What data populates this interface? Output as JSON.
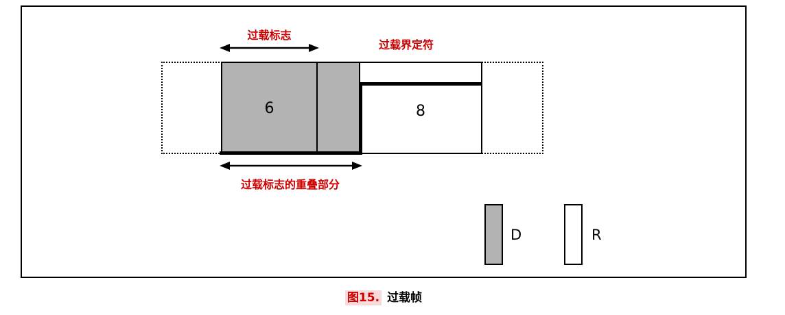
{
  "caption": {
    "label": "图15.",
    "text": "过载帧"
  },
  "diagram": {
    "flag_value": "6",
    "delimiter_value": "8",
    "labels": {
      "overload_flag": "过载标志",
      "overload_delimiter": "过载界定符",
      "overlap": "过载标志的重叠部分"
    },
    "legend": {
      "dominant": "D",
      "recessive": "R"
    },
    "colors": {
      "dominant_fill": "#b3b3b3",
      "label_red": "#cc0000",
      "line_black": "#000000"
    }
  }
}
